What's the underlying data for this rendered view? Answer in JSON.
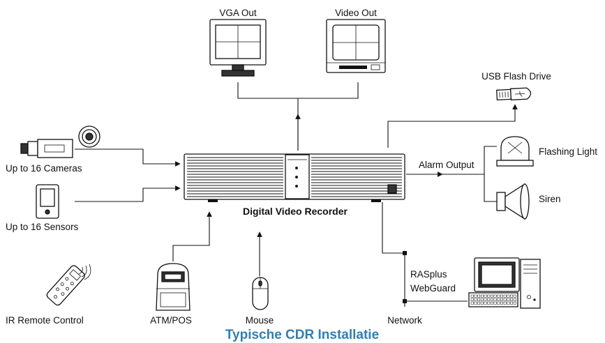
{
  "labels": {
    "vga_out": "VGA Out",
    "video_out": "Video Out",
    "usb_flash_drive": "USB Flash Drive",
    "cameras": "Up to 16 Cameras",
    "sensors": "Up to 16 Sensors",
    "alarm_output": "Alarm Output",
    "flashing_light": "Flashing Light",
    "siren": "Siren",
    "dvr": "Digital Video Recorder",
    "ir_remote": "IR Remote Control",
    "atm_pos": "ATM/POS",
    "mouse": "Mouse",
    "network": "Network",
    "rasplus": "RASplus",
    "webguard": "WebGuard"
  },
  "caption": "Typische CDR Installatie",
  "colors": {
    "caption": "#2f7fb3",
    "line": "#111111"
  }
}
